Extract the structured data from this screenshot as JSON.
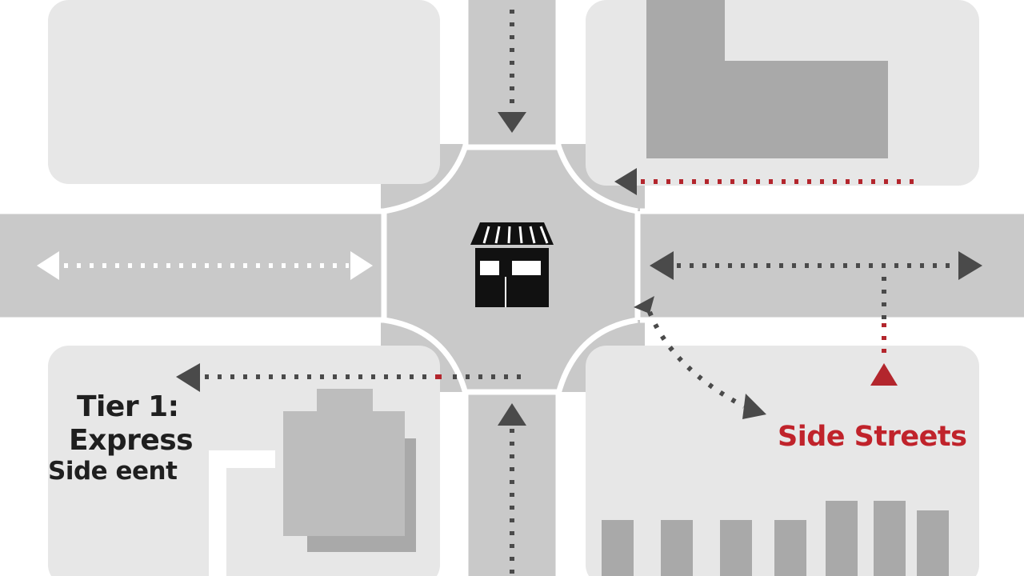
{
  "labels": {
    "tier_title": "Tier 1:",
    "tier_name": "Express",
    "tier_sub": "Side eent",
    "side_streets": "Side Streets"
  },
  "icons": {
    "center": "storefront-icon"
  },
  "colors": {
    "road": "#c9c9c9",
    "block": "#e7e7e7",
    "building": "#a9a9a9",
    "curb": "#ffffff",
    "route_dark": "#4a4a4a",
    "route_red": "#b3262d",
    "route_light": "#ffffff",
    "text_dark": "#1f1f1f",
    "text_red": "#c0232b"
  }
}
